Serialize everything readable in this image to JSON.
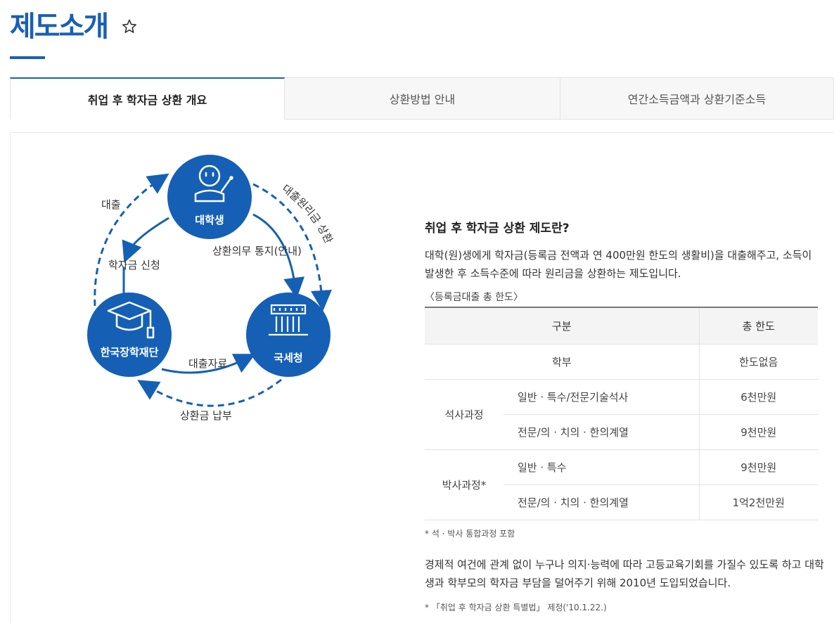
{
  "page": {
    "title": "제도소개"
  },
  "tabs": [
    {
      "label": "취업 후 학자금 상환 개요",
      "active": true
    },
    {
      "label": "상환방법 안내",
      "active": false
    },
    {
      "label": "연간소득금액과 상환기준소득",
      "active": false
    }
  ],
  "diagram": {
    "nodes": {
      "student": "대학생",
      "foundation": "한국장학재단",
      "tax_office": "국세청"
    },
    "flows": {
      "loan": "대출",
      "apply": "학자금 신청",
      "principal_repay": "대출원리금 상환",
      "notify": "상환의무 통지(안내)",
      "loan_data": "대출자료",
      "payment": "상환금 납부"
    },
    "color": "#1560b5"
  },
  "intro": {
    "heading": "취업 후 학자금 상환 제도란?",
    "description": "대학(원)생에게 학자금(등록금 전액과 연 400만원 한도의 생활비)을 대출해주고, 소득이 발생한 후 소득수준에 따라 원리금을 상환하는 제도입니다.",
    "table_caption": "〈등록금대출 총 한도〉"
  },
  "limit_table": {
    "headers": [
      "구분",
      "총 한도"
    ],
    "undergrad": {
      "label": "학부",
      "limit": "한도없음"
    },
    "masters": {
      "label": "석사과정",
      "rows": [
        {
          "type": "일반 · 특수/전문기술석사",
          "limit": "6천만원"
        },
        {
          "type": "전문/의 · 치의 · 한의계열",
          "limit": "9천만원"
        }
      ]
    },
    "doctoral": {
      "label": "박사과정*",
      "rows": [
        {
          "type": "일반 · 특수",
          "limit": "9천만원"
        },
        {
          "type": "전문/의 · 치의 · 한의계열",
          "limit": "1억2천만원"
        }
      ]
    }
  },
  "notes": {
    "footnote1": "* 석 · 박사 통합과정 포함",
    "paragraph": "경제적 여건에 관계 없이 누구나 의지·능력에 따라 고등교육기회를 가질수 있도록 하고 대학생과 학부모의 학자금 부담을 덜어주기 위해 2010년 도입되었습니다.",
    "footnote2": "* 「취업 후 학자금 상환 특별법」 제정('10.1.22.)"
  }
}
